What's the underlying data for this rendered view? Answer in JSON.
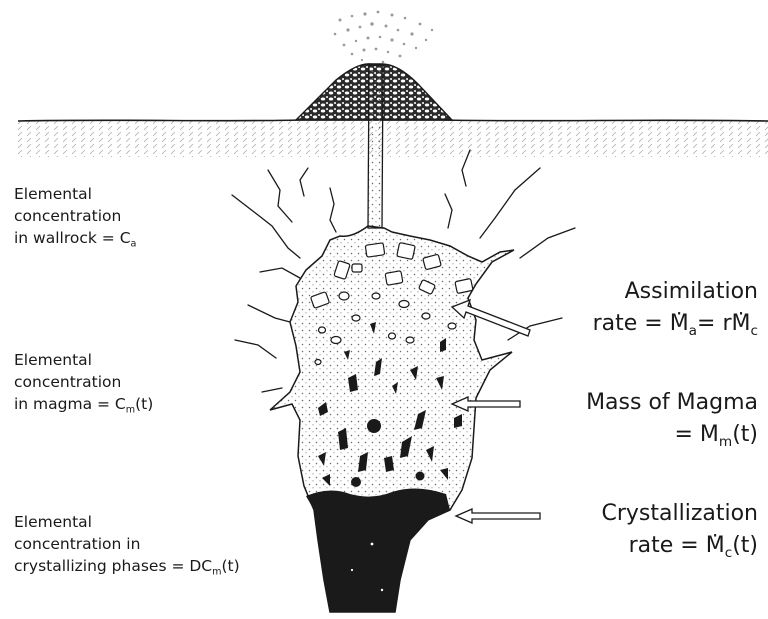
{
  "left_labels": {
    "wallrock": [
      "Elemental",
      "concentration",
      "in wallrock = C"
    ],
    "wallrock_sub": "a",
    "magma": [
      "Elemental",
      "concentration",
      "in magma = C"
    ],
    "magma_sub": "m",
    "magma_tail": "(t)",
    "crystallizing": [
      "Elemental",
      "concentration in",
      "crystallizing phases = DC"
    ],
    "crystallizing_sub": "m",
    "crystallizing_tail": "(t)"
  },
  "right_labels": {
    "assimilation_title": "Assimilation",
    "assimilation_prefix": "rate = ",
    "assimilation_sym": "M",
    "assimilation_sub": "a",
    "assimilation_mid": "= r",
    "assimilation_sym2": "M",
    "assimilation_sub2": "c",
    "mass_title": "Mass of Magma",
    "mass_prefix": "= M",
    "mass_sub": "m",
    "mass_tail": "(t)",
    "cryst_title": "Crystallization",
    "cryst_prefix": "rate = ",
    "cryst_sym": "M",
    "cryst_sub": "c",
    "cryst_tail": "(t)",
    "dot_glyph": "·"
  },
  "colors": {
    "ink": "#1a1a1a",
    "stipple": "#7a7a7a",
    "paper": "#ffffff"
  }
}
